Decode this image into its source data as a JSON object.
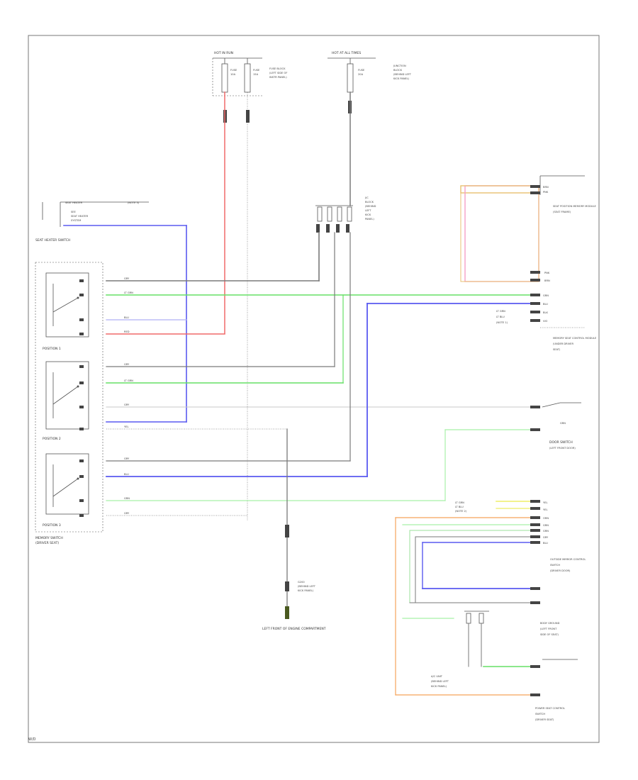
{
  "colors": {
    "gray": "#7a7a7a",
    "lt_green": "#66e066",
    "blue": "#5a5af0",
    "red": "#f06a6a",
    "yellow": "#eeee66",
    "orange": "#f5a35a",
    "pink": "#f5a0c8",
    "dark": "#444444"
  },
  "labels": {
    "top_left_fuse": "HOT IN RUN",
    "top_right_fuse": "HOT AT ALL TIMES",
    "switch_pos1": "POSITION 1",
    "switch_pos2": "POSITION 2",
    "switch_pos3": "POSITION 3",
    "main_switch": "MEMORY SWITCH",
    "main_switch_sub": "(DRIVER SEAT)",
    "seat_heater": "SEAT HEATER SWITCH",
    "ground_left": "LEFT FRONT OF ENGINE COMPARTMENT",
    "ground_mid": "A/C UNIT",
    "right_top_module": "SEAT POSITION MEMORY MODULE",
    "right_mid_module": "MEMORY SEAT CONTROL MODULE",
    "right_switch": "DOOR SWITCH",
    "right_lower_module": "OUTSIDE MIRROR CONTROL",
    "right_lower_ground": "BODY GROUND",
    "right_bottom": "POWER SEAT CONTROL",
    "footer": "W/D"
  }
}
